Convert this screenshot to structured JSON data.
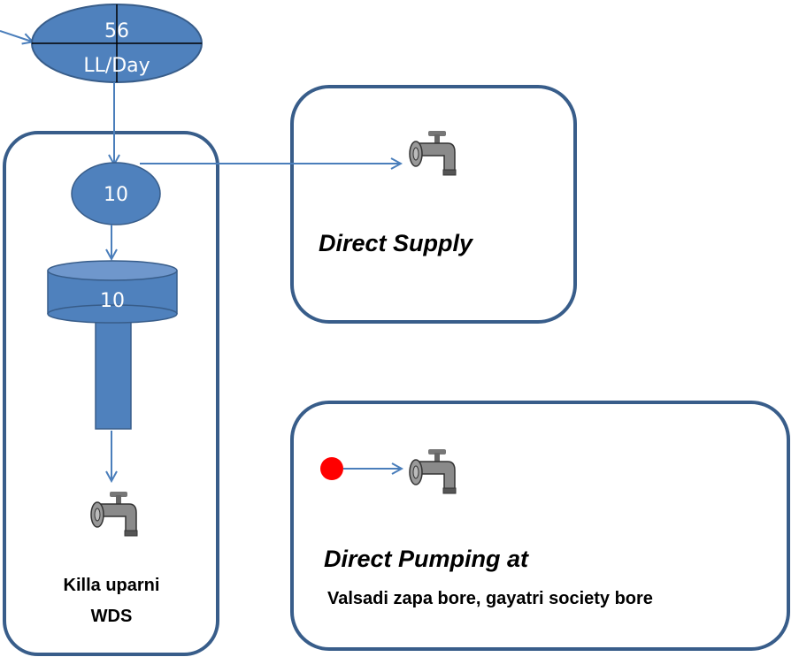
{
  "source_node": {
    "value": "56",
    "unit": "LL/Day"
  },
  "killa_group": {
    "flow_value": "10",
    "tank_value": "10",
    "name_line1": "Killa uparni",
    "name_line2": "WDS"
  },
  "direct_supply": {
    "label": "Direct Supply"
  },
  "direct_pumping": {
    "label": "Direct Pumping at",
    "detail": "Valsadi zapa bore, gayatri society bore"
  },
  "colors": {
    "node_fill": "#4F81BD",
    "node_stroke": "#385D8A",
    "box_stroke": "#385D8A",
    "arrow": "#4A7EBB",
    "pump_dot": "#FF0000"
  },
  "icons": [
    "tap-icon"
  ]
}
